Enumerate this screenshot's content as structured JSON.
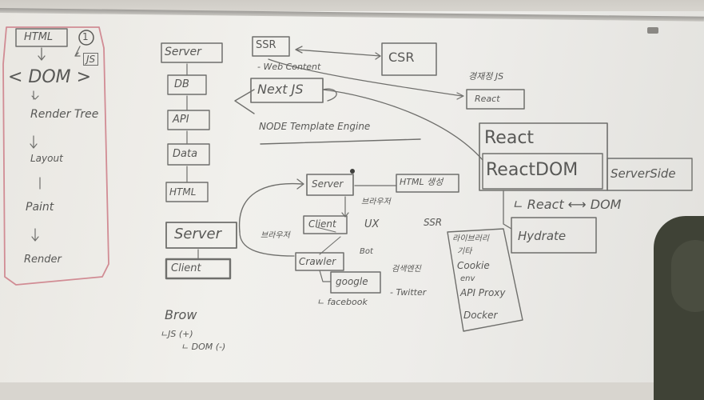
{
  "palette": {
    "board": "#eeedea",
    "marker": "#585856",
    "red_marker": "#c87a84",
    "wall": "#d8d5cf"
  },
  "left_column": {
    "html": "HTML",
    "circle_num": "1",
    "js": "JS",
    "dom": "< DOM >",
    "render_tree": "Render Tree",
    "layout": "Layout",
    "paint": "Paint",
    "render": "Render"
  },
  "stack": {
    "server": "Server",
    "db": "DB",
    "api": "API",
    "data": "Data",
    "html": "HTML",
    "server2": "Server",
    "client": "Client"
  },
  "top": {
    "ssr": "SSR",
    "csr": "CSR",
    "web_content": "- Web Content",
    "next_js": "Next JS",
    "node_template": "NODE   Template Engine",
    "korean_js": "경재정 JS",
    "react_small": "React"
  },
  "middle": {
    "server_box": "Server",
    "html_box": "HTML 생성",
    "korean_top": "브라우저",
    "client_box": "Client",
    "ux": "UX",
    "ssr2": "SSR",
    "browser_label": "브라우저",
    "crawler": "Crawler",
    "bot": "Bot",
    "google": "google",
    "google_kor": "검색엔진",
    "facebook": "ㄴ facebook",
    "twitter": "- Twitter"
  },
  "right": {
    "react": "React",
    "react_dom": "ReactDOM",
    "server_side": "ServerSide",
    "react_dom_line": "ㄴ React ⟷ DOM",
    "hydrate": "Hydrate",
    "list": [
      "라이브러리",
      "기타",
      "Cookie",
      "env",
      "API Proxy",
      "Docker"
    ]
  },
  "bottom": {
    "b1": "Brow",
    "b2": "ㄴJS (+)",
    "b3": "ㄴ DOM (-)"
  }
}
